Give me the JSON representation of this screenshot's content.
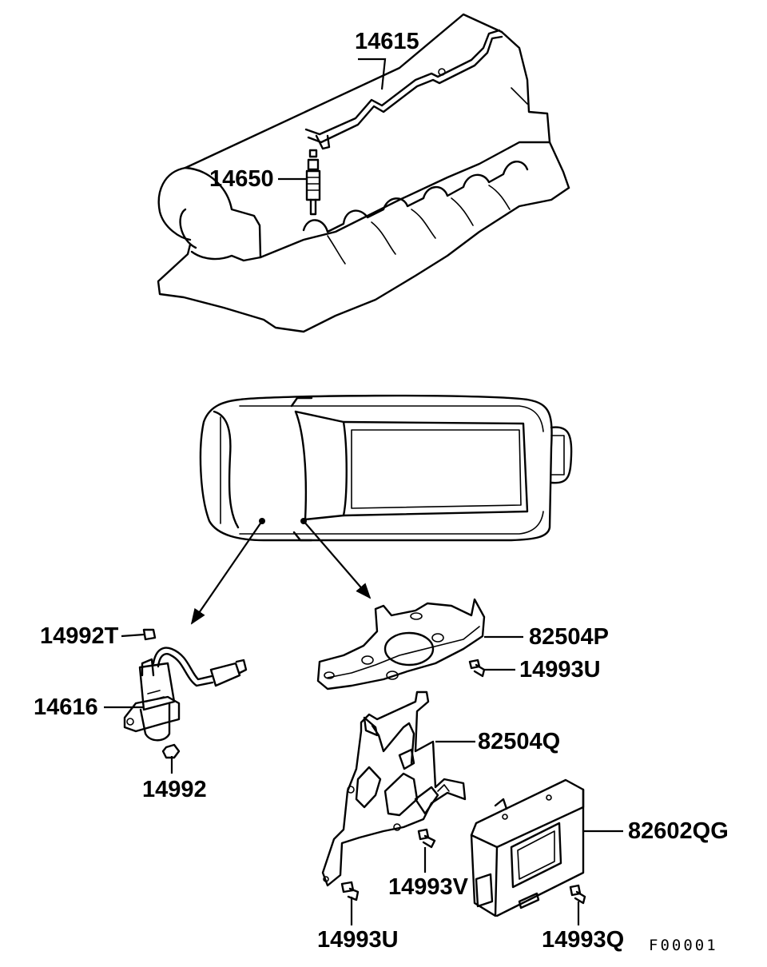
{
  "part_labels": {
    "p14615": "14615",
    "p14650": "14650",
    "p14992T": "14992T",
    "p14616": "14616",
    "p14992": "14992",
    "p82504P": "82504P",
    "p14993U_top": "14993U",
    "p82504Q": "82504Q",
    "p82602QG": "82602QG",
    "p14993V": "14993V",
    "p14993U_bottom": "14993U",
    "p14993Q": "14993Q"
  },
  "figure_code": "F00001"
}
